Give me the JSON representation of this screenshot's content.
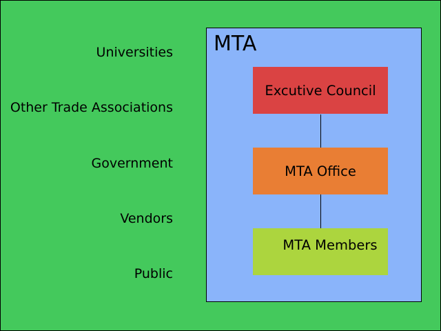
{
  "diagram": {
    "stakeholders": [
      {
        "label": "Universities"
      },
      {
        "label": "Other Trade Associations"
      },
      {
        "label": "Government"
      },
      {
        "label": "Vendors"
      },
      {
        "label": "Public"
      }
    ],
    "organization": {
      "title": "MTA",
      "units": [
        {
          "label": "Excutive Council"
        },
        {
          "label": "MTA Office"
        },
        {
          "label": "MTA Members"
        }
      ]
    }
  },
  "colors": {
    "background": "#44c95c",
    "organization_fill": "#8ab4fa",
    "executive_council_fill": "#da4343",
    "office_fill": "#e97e34",
    "members_fill": "#acd53e"
  }
}
